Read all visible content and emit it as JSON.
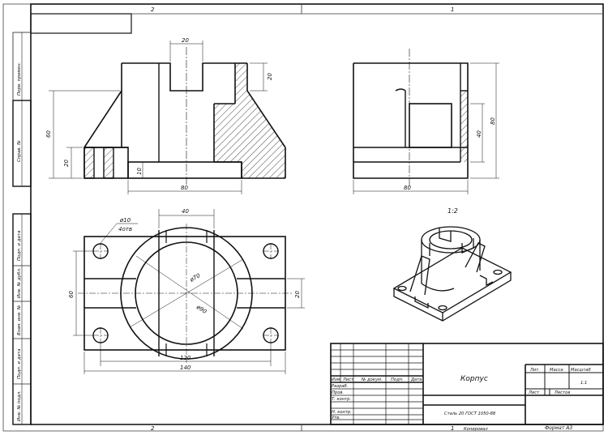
{
  "zones": {
    "top_left": "2",
    "top_right": "1",
    "bottom_left": "2",
    "bottom_right": "1"
  },
  "left_strip": {
    "top_labels": [
      "Перв. примен.",
      "Справ. №"
    ],
    "bottom_labels": [
      "Подп. и дата",
      "Инв. № дубл.",
      "Взам. инв. №",
      "Подп. и дата",
      "Инв. № подл."
    ]
  },
  "front_view": {
    "dims": [
      "20",
      "20",
      "60",
      "20",
      "10",
      "80"
    ]
  },
  "side_view": {
    "dims": [
      "80",
      "40",
      "80"
    ]
  },
  "top_view": {
    "dims": [
      "40",
      "ø10",
      "4отв",
      "ø70",
      "ø90",
      "60",
      "20",
      "120",
      "140"
    ]
  },
  "iso_scale": "1:2",
  "title_block": {
    "col_headers": [
      "Изм",
      "Лист",
      "№ докум.",
      "Подп.",
      "Дата"
    ],
    "rows": [
      "Разраб.",
      "Пров.",
      "Т. контр.",
      "Н. контр.",
      "Утв."
    ],
    "name": "Корпус",
    "material": "Сталь 20 ГОСТ 1050-88",
    "lit_headers": [
      "Лит.",
      "Масса",
      "Масштаб"
    ],
    "scale": "1:1",
    "sheet_label": "Лист",
    "sheets_label": "Листов"
  },
  "footer": {
    "copied": "Копировал",
    "format": "Формат  А3"
  }
}
